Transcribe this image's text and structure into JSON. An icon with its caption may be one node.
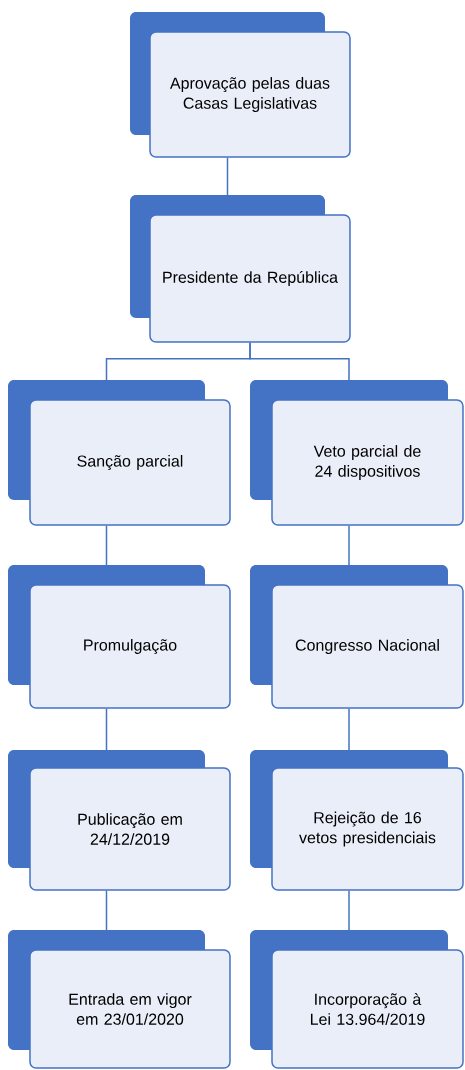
{
  "diagram": {
    "nodes": [
      {
        "text": [
          "Aprovação pelas duas Casas Legislativas"
        ]
      },
      {
        "text": [
          "Presidente da República"
        ]
      },
      {
        "text": [
          "Sanção parcial"
        ]
      },
      {
        "text": [
          "Veto parcial de 24 dispositivos"
        ]
      },
      {
        "text": [
          "Promulgação"
        ]
      },
      {
        "text": [
          "Congresso Nacional"
        ]
      },
      {
        "text": [
          "Publicação em 24/12/2019"
        ]
      },
      {
        "text": [
          "Rejeição de 16 vetos presidenciais"
        ]
      },
      {
        "text": [
          "Entrada em vigor em 23/01/2020"
        ]
      },
      {
        "text": [
          "Incorporação à Lei 13.964/2019"
        ]
      }
    ],
    "edges": [
      {
        "from": 0,
        "to": 1,
        "arrow": "none"
      },
      {
        "from": 1,
        "to": 2,
        "arrow": "none"
      },
      {
        "from": 1,
        "to": 3,
        "arrow": "none"
      },
      {
        "from": 2,
        "to": 4,
        "arrow": "none"
      },
      {
        "from": 4,
        "to": 6,
        "arrow": "none"
      },
      {
        "from": 6,
        "to": 8,
        "arrow": "none"
      },
      {
        "from": 3,
        "to": 5,
        "arrow": "none"
      },
      {
        "from": 5,
        "to": 7,
        "arrow": "none"
      },
      {
        "from": 7,
        "to": 9,
        "arrow": "none"
      }
    ]
  }
}
